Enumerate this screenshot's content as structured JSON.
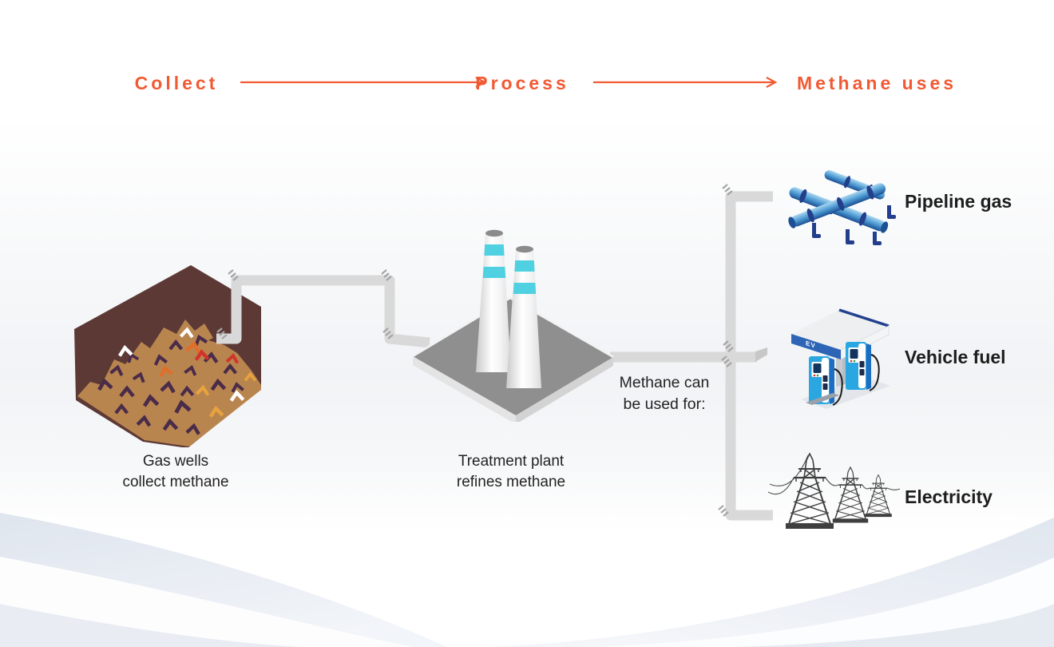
{
  "header": {
    "steps": [
      {
        "label": "Collect"
      },
      {
        "label": "Process"
      },
      {
        "label": "Methane uses"
      }
    ]
  },
  "collect": {
    "caption": [
      "Gas wells",
      "collect methane"
    ]
  },
  "process": {
    "caption": [
      "Treatment plant",
      "refines methane"
    ]
  },
  "uses": {
    "intro": [
      "Methane can",
      "be used for:"
    ],
    "items": [
      {
        "label": "Pipeline gas"
      },
      {
        "label": "Vehicle fuel",
        "canopy_sign": "EV"
      },
      {
        "label": "Electricity"
      }
    ]
  },
  "colors": {
    "accent_orange": "#f15a33",
    "text": "#232323",
    "pipe_gray": "#d9d9d9",
    "stack_stripe_cyan": "#4fd1e2",
    "landfill_dark": "#5d3936",
    "landfill_mound": "#b9854f",
    "icon_blue": "#2aa7e1",
    "icon_navy": "#24418f"
  }
}
